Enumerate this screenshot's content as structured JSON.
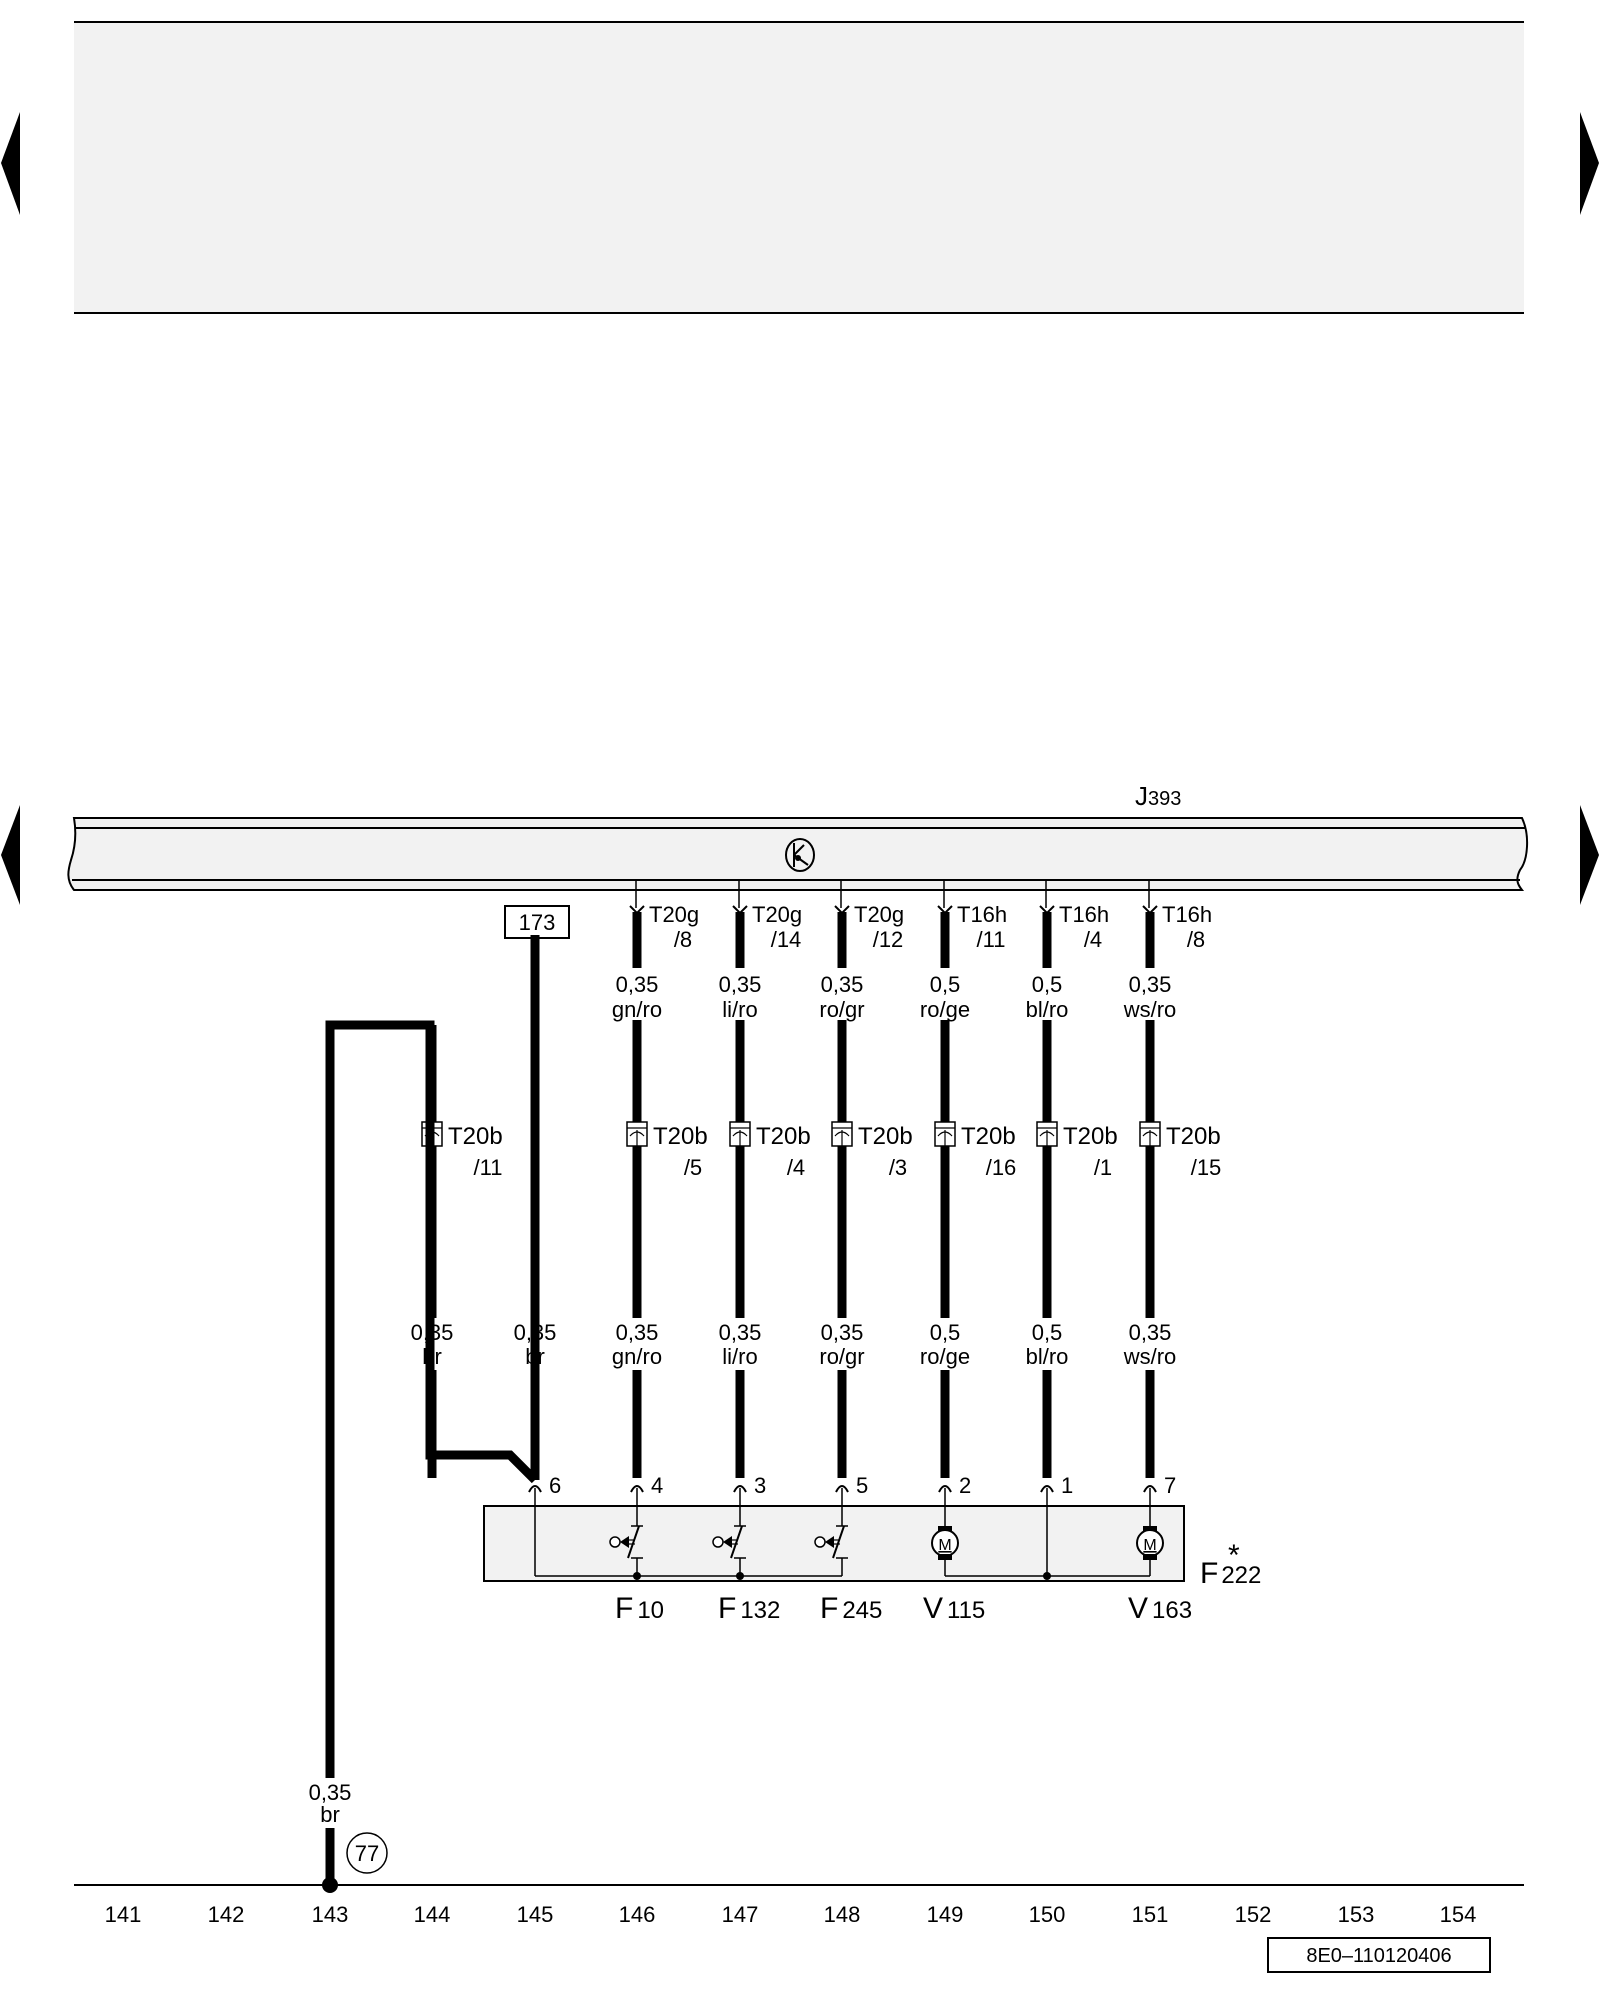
{
  "diagram": {
    "type": "wiring-diagram",
    "header_panel": {
      "color": "#f2f2f2"
    },
    "nav": {
      "prev_icon": "triangle-left-icon",
      "next_icon": "triangle-right-icon"
    },
    "control_unit": {
      "id": "J",
      "sub": "393",
      "symbol": "transistor-icon"
    },
    "ref_box": "173",
    "ground_ref": "77",
    "drawing_number": "8E0–110120406",
    "module": {
      "id": "F",
      "sub": "222",
      "star": "*"
    },
    "wires": [
      {
        "col": "144",
        "top_conn": "",
        "top_pin": "",
        "gauge_top": "",
        "color_top": "",
        "mid_conn": "T20b",
        "mid_pin": "/11",
        "gauge_bot": "0,35",
        "color_bot": "br",
        "pin": "6"
      },
      {
        "col": "145",
        "top_conn": "",
        "top_pin": "",
        "gauge_top": "",
        "color_top": "",
        "mid_conn": "",
        "mid_pin": "",
        "gauge_bot": "0,35",
        "color_bot": "br",
        "pin": ""
      },
      {
        "col": "146",
        "top_conn": "T20g",
        "top_pin": "/8",
        "gauge_top": "0,35",
        "color_top": "gn/ro",
        "mid_conn": "T20b",
        "mid_pin": "/5",
        "gauge_bot": "0,35",
        "color_bot": "gn/ro",
        "pin": "4"
      },
      {
        "col": "147",
        "top_conn": "T20g",
        "top_pin": "/14",
        "gauge_top": "0,35",
        "color_top": "li/ro",
        "mid_conn": "T20b",
        "mid_pin": "/4",
        "gauge_bot": "0,35",
        "color_bot": "li/ro",
        "pin": "3"
      },
      {
        "col": "148",
        "top_conn": "T20g",
        "top_pin": "/12",
        "gauge_top": "0,35",
        "color_top": "ro/gr",
        "mid_conn": "T20b",
        "mid_pin": "/3",
        "gauge_bot": "0,35",
        "color_bot": "ro/gr",
        "pin": "5"
      },
      {
        "col": "149",
        "top_conn": "T16h",
        "top_pin": "/11",
        "gauge_top": "0,5",
        "color_top": "ro/ge",
        "mid_conn": "T20b",
        "mid_pin": "/16",
        "gauge_bot": "0,5",
        "color_bot": "ro/ge",
        "pin": "2"
      },
      {
        "col": "150",
        "top_conn": "T16h",
        "top_pin": "/4",
        "gauge_top": "0,5",
        "color_top": "bl/ro",
        "mid_conn": "T20b",
        "mid_pin": "/1",
        "gauge_bot": "0,5",
        "color_bot": "bl/ro",
        "pin": "1"
      },
      {
        "col": "151",
        "top_conn": "T16h",
        "top_pin": "/8",
        "gauge_top": "0,35",
        "color_top": "ws/ro",
        "mid_conn": "T20b",
        "mid_pin": "/15",
        "gauge_bot": "0,35",
        "color_bot": "ws/ro",
        "pin": "7"
      }
    ],
    "ground_wire": {
      "gauge": "0,35",
      "color": "br"
    },
    "components": [
      {
        "id": "F",
        "sub": "10",
        "symbol": "switch-icon"
      },
      {
        "id": "F",
        "sub": "132",
        "symbol": "switch-icon"
      },
      {
        "id": "F",
        "sub": "245",
        "symbol": "switch-icon"
      },
      {
        "id": "V",
        "sub": "115",
        "symbol": "motor-icon"
      },
      {
        "id": "V",
        "sub": "163",
        "symbol": "motor-icon"
      }
    ],
    "motor_letter": "M",
    "columns": [
      "141",
      "142",
      "143",
      "144",
      "145",
      "146",
      "147",
      "148",
      "149",
      "150",
      "151",
      "152",
      "153",
      "154"
    ]
  }
}
